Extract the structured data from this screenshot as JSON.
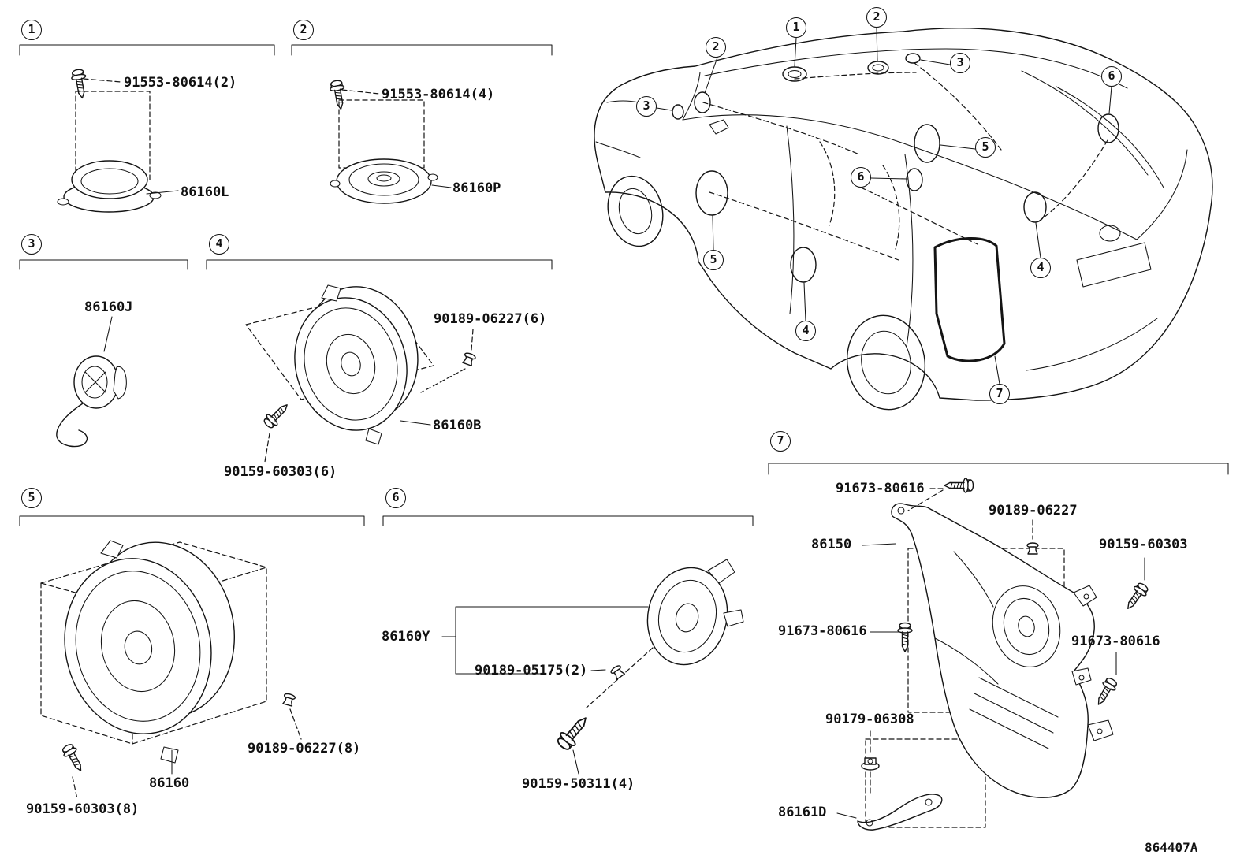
{
  "diagram": {
    "code": "864407A"
  },
  "sections": [
    {
      "callout": "1",
      "parts": [
        "91553-80614(2)",
        "86160L"
      ]
    },
    {
      "callout": "2",
      "parts": [
        "91553-80614(4)",
        "86160P"
      ]
    },
    {
      "callout": "3",
      "parts": [
        "86160J"
      ]
    },
    {
      "callout": "4",
      "parts": [
        "90189-06227(6)",
        "86160B",
        "90159-60303(6)"
      ]
    },
    {
      "callout": "5",
      "parts": [
        "90189-06227(8)",
        "86160",
        "90159-60303(8)"
      ]
    },
    {
      "callout": "6",
      "parts": [
        "86160Y",
        "90189-05175(2)",
        "90159-50311(4)"
      ]
    },
    {
      "callout": "7",
      "parts": [
        "91673-80616",
        "90189-06227",
        "86150",
        "90159-60303",
        "91673-80616",
        "91673-80616",
        "90179-06308",
        "86161D"
      ]
    }
  ],
  "car_callouts": [
    "1",
    "2",
    "2",
    "3",
    "3",
    "4",
    "4",
    "5",
    "5",
    "6",
    "6",
    "7"
  ]
}
